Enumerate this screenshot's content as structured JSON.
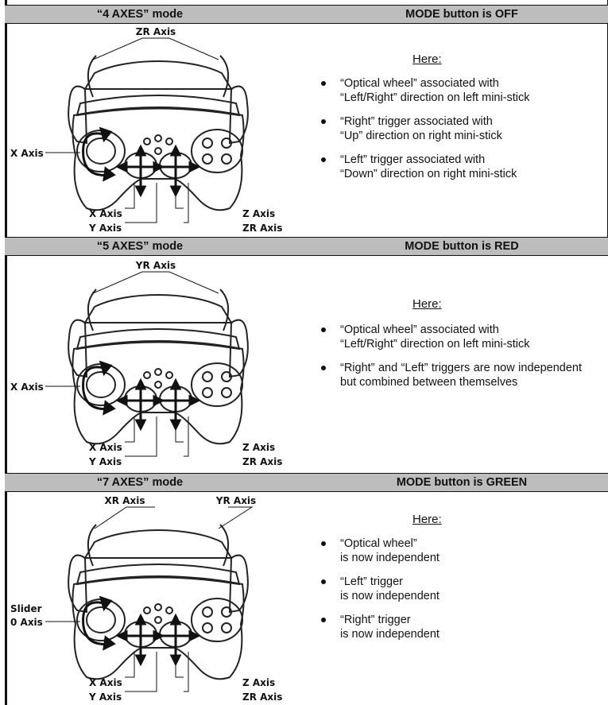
{
  "sections": [
    {
      "mode": "“4 AXES” mode",
      "status": "MODE button is OFF",
      "labels": {
        "top_center": "ZR Axis",
        "left": "X Axis",
        "bl1": "X Axis",
        "bl2": "Y Axis",
        "br1": "Z Axis",
        "br2": "ZR Axis"
      },
      "here": "Here",
      "bullets": [
        {
          "l1": "“Optical wheel” associated with",
          "l2": "“Left/Right” direction on left mini-stick"
        },
        {
          "l1": "“Right” trigger associated with",
          "l2": "“Up” direction on right mini-stick"
        },
        {
          "l1": "“Left” trigger associated with",
          "l2": "“Down” direction on right mini-stick"
        }
      ]
    },
    {
      "mode": "“5 AXES” mode",
      "status": "MODE button is RED",
      "labels": {
        "top_center": "YR Axis",
        "left": "X Axis",
        "bl1": "X Axis",
        "bl2": "Y Axis",
        "br1": "Z Axis",
        "br2": "ZR Axis"
      },
      "here": "Here",
      "bullets": [
        {
          "l1": "“Optical wheel” associated with",
          "l2": "“Left/Right” direction on left mini-stick"
        },
        {
          "text": "“Right” and “Left” triggers are now independent but combined between themselves"
        }
      ]
    },
    {
      "mode": "“7 AXES” mode",
      "status": "MODE button is GREEN",
      "labels": {
        "top_left": "XR Axis",
        "top_right": "YR Axis",
        "left1": "Slider",
        "left2": "0 Axis",
        "bl1": "X Axis",
        "bl2": "Y Axis",
        "br1": "Z Axis",
        "br2": "ZR Axis"
      },
      "here": "Here",
      "bullets": [
        {
          "l1": "“Optical wheel”",
          "l2": "is now independent"
        },
        {
          "l1": "“Left” trigger",
          "l2": "is now independent"
        },
        {
          "l1": "“Right” trigger",
          "l2": "is now independent"
        }
      ]
    }
  ]
}
